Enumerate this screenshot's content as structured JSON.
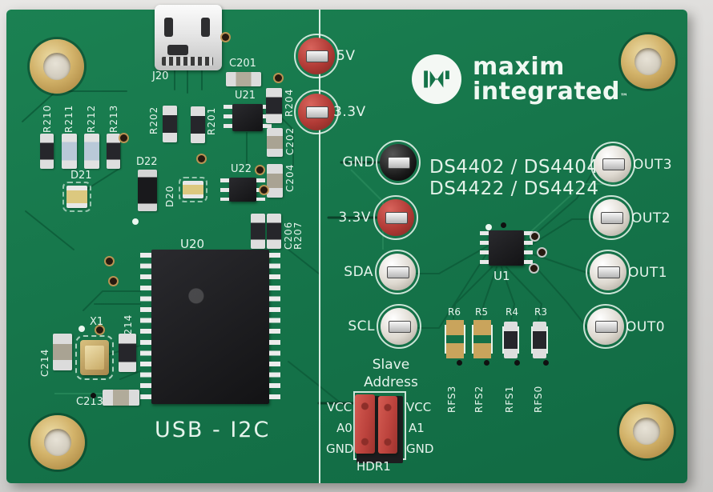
{
  "colors": {
    "board_green": "#157349",
    "silkscreen": "#e6f4ec",
    "background_gray": "#d8d7d5",
    "testpoint_red": "#b03a35",
    "gold": "#c9a45c",
    "shunt_red": "#bb423c"
  },
  "brand": {
    "logo_icon": "maxim-m-logo",
    "name_line1": "maxim",
    "name_line2": "integrated",
    "trademark": "™"
  },
  "titles": {
    "part_line1": "DS4402 / DS4404",
    "part_line2": "DS4422 / DS4424",
    "section": "USB - I2C"
  },
  "test_points": {
    "tp_5v": "5V",
    "tp_3v3_top": "3.3V",
    "tp_gnd": "GND",
    "tp_3v3_mid": "3.3V",
    "tp_sda": "SDA",
    "tp_scl": "SCL",
    "tp_out3": "OUT3",
    "tp_out2": "OUT2",
    "tp_out1": "OUT1",
    "tp_out0": "OUT0"
  },
  "slave_address": {
    "label_line1": "Slave",
    "label_line2": "Address",
    "left_top": "VCC",
    "left_mid": "A0",
    "left_bot": "GND",
    "right_top": "VCC",
    "right_mid": "A1",
    "right_bot": "GND",
    "designator": "HDR1"
  },
  "refdes": {
    "j20": "J20",
    "c201": "C201",
    "u21": "U21",
    "u22": "U22",
    "u20": "U20",
    "u1": "U1",
    "r202": "R202",
    "r201": "R201",
    "r204": "R204",
    "c202": "C202",
    "c204": "C204",
    "c206": "C206",
    "r207": "R207",
    "r210": "R210",
    "r211": "R211",
    "r212": "R212",
    "r213": "R213",
    "d20": "D20",
    "d21": "D21",
    "d22": "D22",
    "x1": "X1",
    "r214": "R214",
    "c214": "C214",
    "c213": "C213",
    "r6": "R6",
    "r5": "R5",
    "r4": "R4",
    "r3": "R3",
    "rfs3": "RFS3",
    "rfs2": "RFS2",
    "rfs1": "RFS1",
    "rfs0": "RFS0"
  }
}
